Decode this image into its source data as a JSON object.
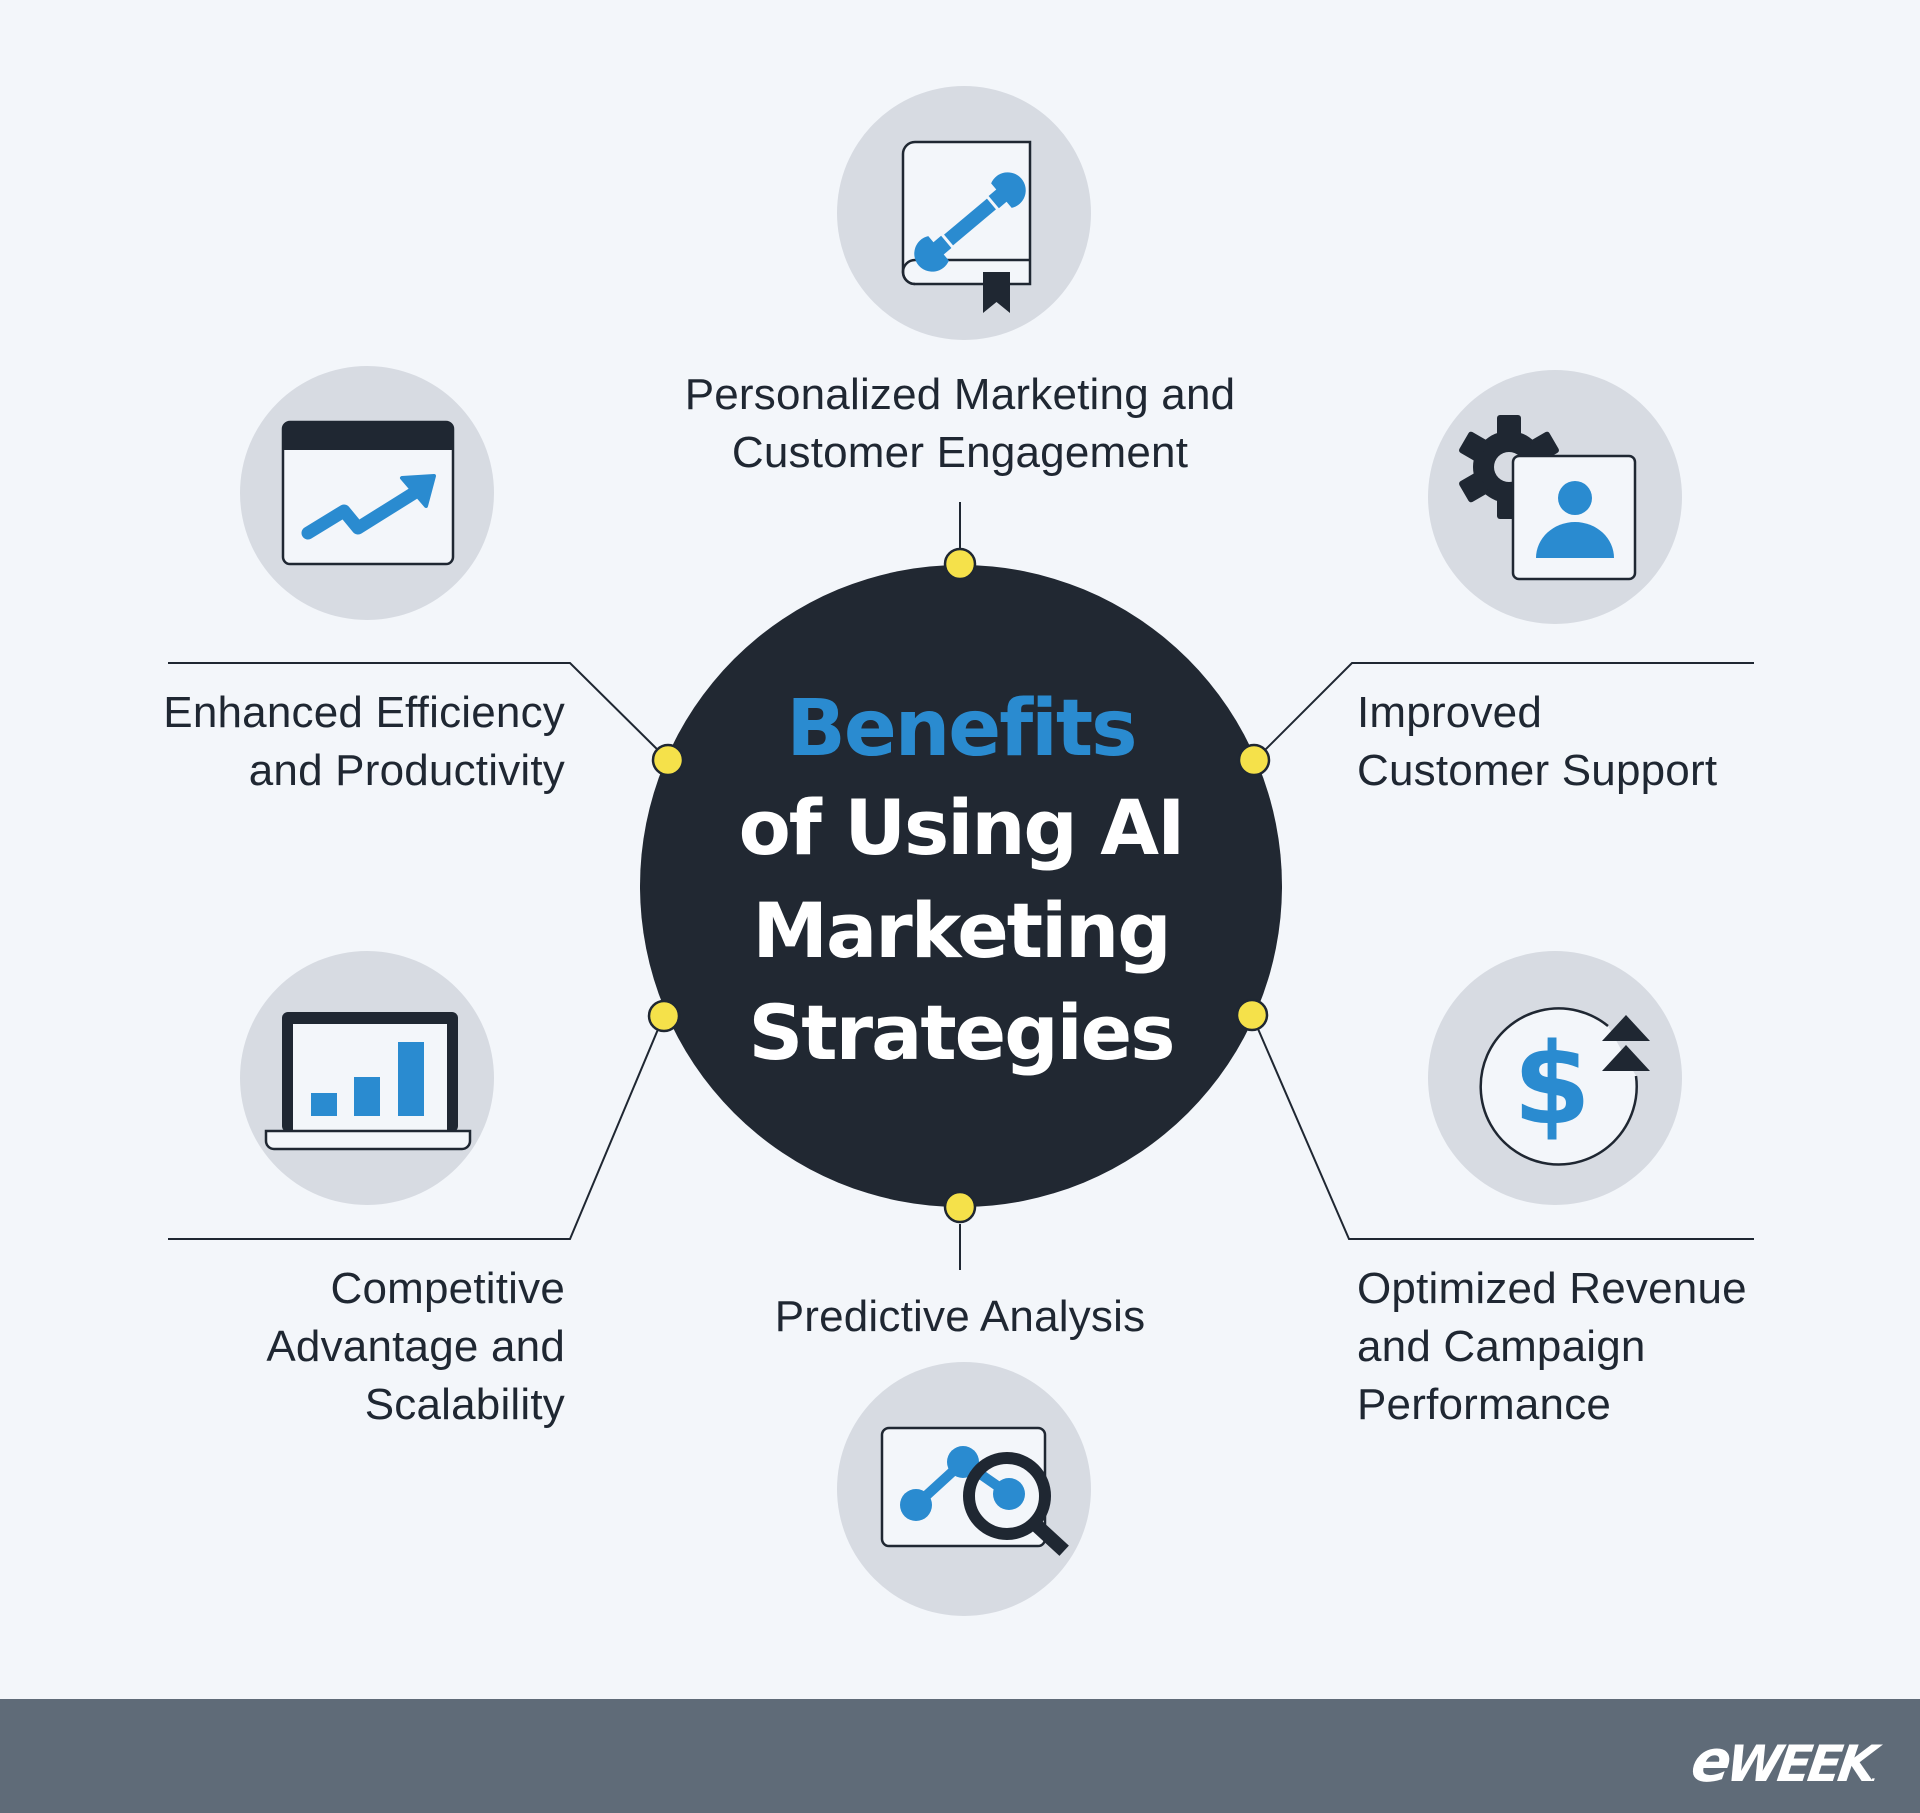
{
  "title": {
    "line1": "Benefits",
    "line2": "of Using AI",
    "line3": "Marketing",
    "line4": "Strategies"
  },
  "benefits": [
    {
      "position": "top",
      "icon": "book-wrench-icon",
      "lines": [
        "Personalized Marketing and",
        "Customer Engagement"
      ]
    },
    {
      "position": "upper-left",
      "icon": "trend-window-icon",
      "lines": [
        "Enhanced Efficiency",
        "and Productivity"
      ]
    },
    {
      "position": "upper-right",
      "icon": "gear-user-icon",
      "lines": [
        "Improved",
        "Customer Support"
      ]
    },
    {
      "position": "lower-left",
      "icon": "laptop-bar-chart-icon",
      "lines": [
        "Competitive",
        "Advantage and",
        "Scalability"
      ]
    },
    {
      "position": "lower-right",
      "icon": "dollar-growth-icon",
      "lines": [
        "Optimized Revenue",
        "and Campaign",
        "Performance"
      ]
    },
    {
      "position": "bottom",
      "icon": "chart-magnifier-icon",
      "lines": [
        "Predictive Analysis"
      ]
    }
  ],
  "footer": {
    "logo_e": "e",
    "logo_rest": "WEEK",
    "logo_mark": "."
  },
  "colors": {
    "background": "#f3f6fa",
    "center_circle": "#212832",
    "accent_blue": "#2a8bd0",
    "node_yellow": "#f5e14a",
    "icon_circle": "#d7dbe2",
    "footer": "#5f6b78",
    "text": "#1f2732"
  }
}
